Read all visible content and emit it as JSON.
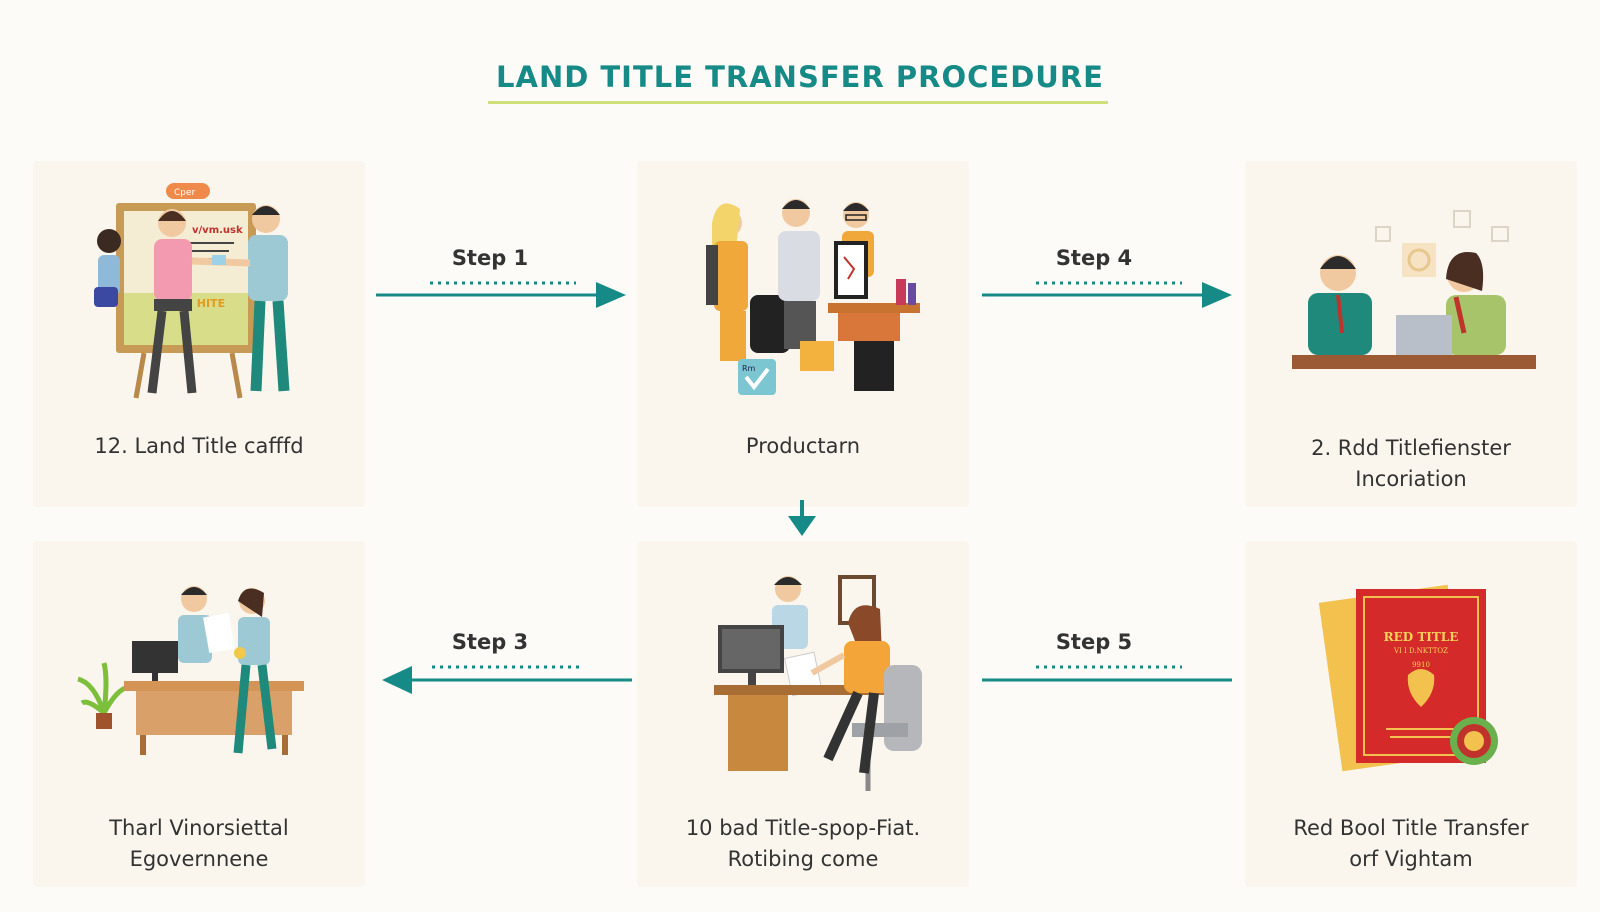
{
  "title": "LAND TITLE TRANSFER PROCEDURE",
  "cards": [
    {
      "caption": "12. Land Title cafffd",
      "sign_top": "Cper",
      "sign_mid": "v∕vm.usk",
      "sign_bottom": "U HITE"
    },
    {
      "caption": "Productarn",
      "suitcase_tag": "Rm"
    },
    {
      "caption": "2. Rdd Titlefienster\nIncoriation"
    },
    {
      "caption": "Tharl Vinorsiettal\nEgovernnene"
    },
    {
      "caption": "10 bad Title-spop-Fiat.\nRotibing come"
    },
    {
      "caption": "Red Bool Title Transfer\norf Vightam",
      "book_title": "RED TITLE",
      "book_subtitle": "VI I D.NKTTOZ",
      "book_line": "9910"
    }
  ],
  "steps": [
    {
      "label": "Step 1",
      "direction": "right"
    },
    {
      "label": "Step 4",
      "direction": "right"
    },
    {
      "label": "Step 3",
      "direction": "left"
    },
    {
      "label": "Step 5",
      "direction": "none"
    }
  ],
  "colors": {
    "accent": "#168a86",
    "underline": "#cfe07a",
    "card_bg": "#faf6ee",
    "book_red": "#d42a2a",
    "book_gold": "#f2c14e"
  }
}
